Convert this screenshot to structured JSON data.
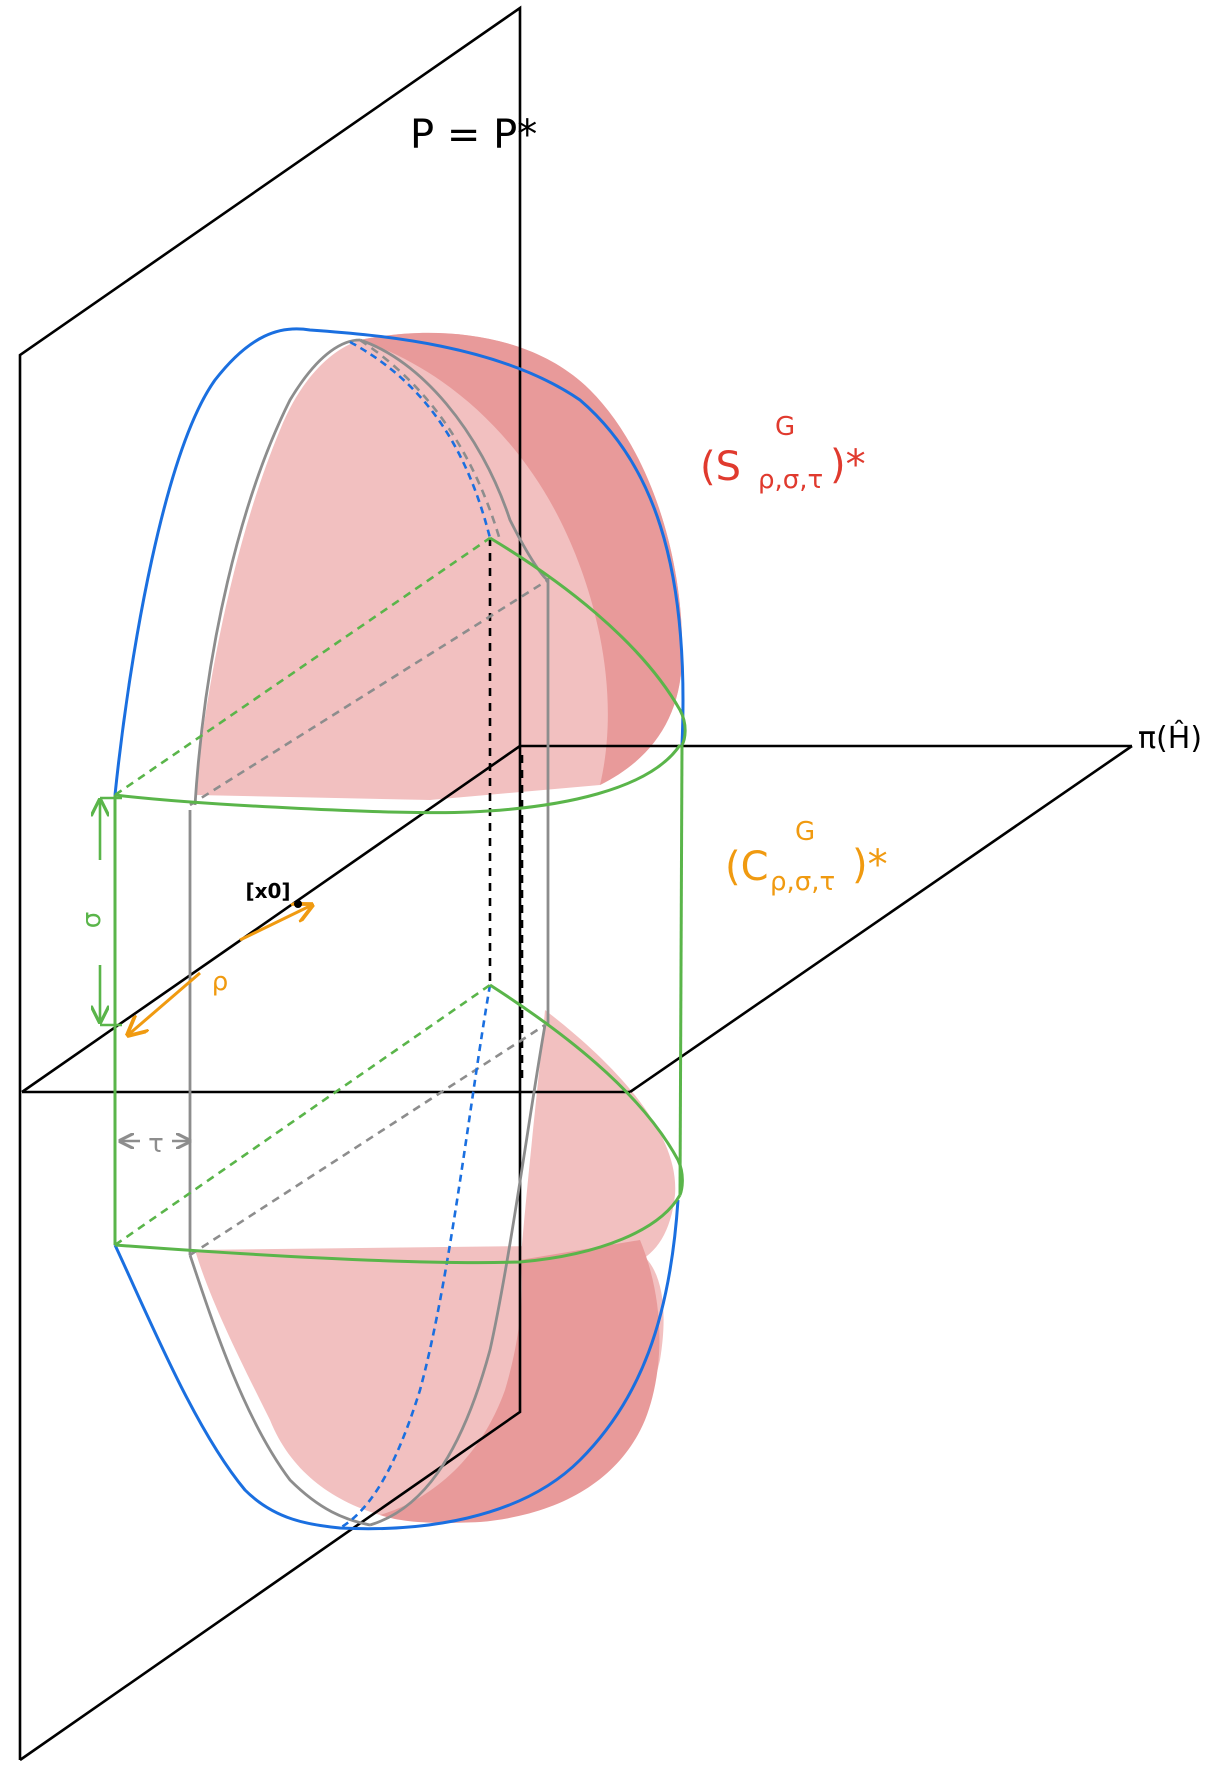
{
  "labels": {
    "plane_label": "P = P*",
    "axis_label": "π(Ĥ)",
    "s_set": {
      "main": "(S",
      "sup": "G",
      "sub": "ρ,σ,τ",
      "close": ")*"
    },
    "c_set": {
      "main": "(C",
      "sup": "G",
      "sub": "ρ,σ,τ",
      "close": ")*"
    },
    "point_label": "[x0]",
    "sigma": "σ",
    "rho": "ρ",
    "tau": "τ"
  },
  "colors": {
    "outline": "#000000",
    "blue": "#1a6fe0",
    "green": "#5ab54a",
    "gray": "#8d8d8d",
    "orange": "#f09a10",
    "red_label": "#e03a2e",
    "fill_light": "#f2c0c0",
    "fill_dark": "#e89a9a"
  }
}
